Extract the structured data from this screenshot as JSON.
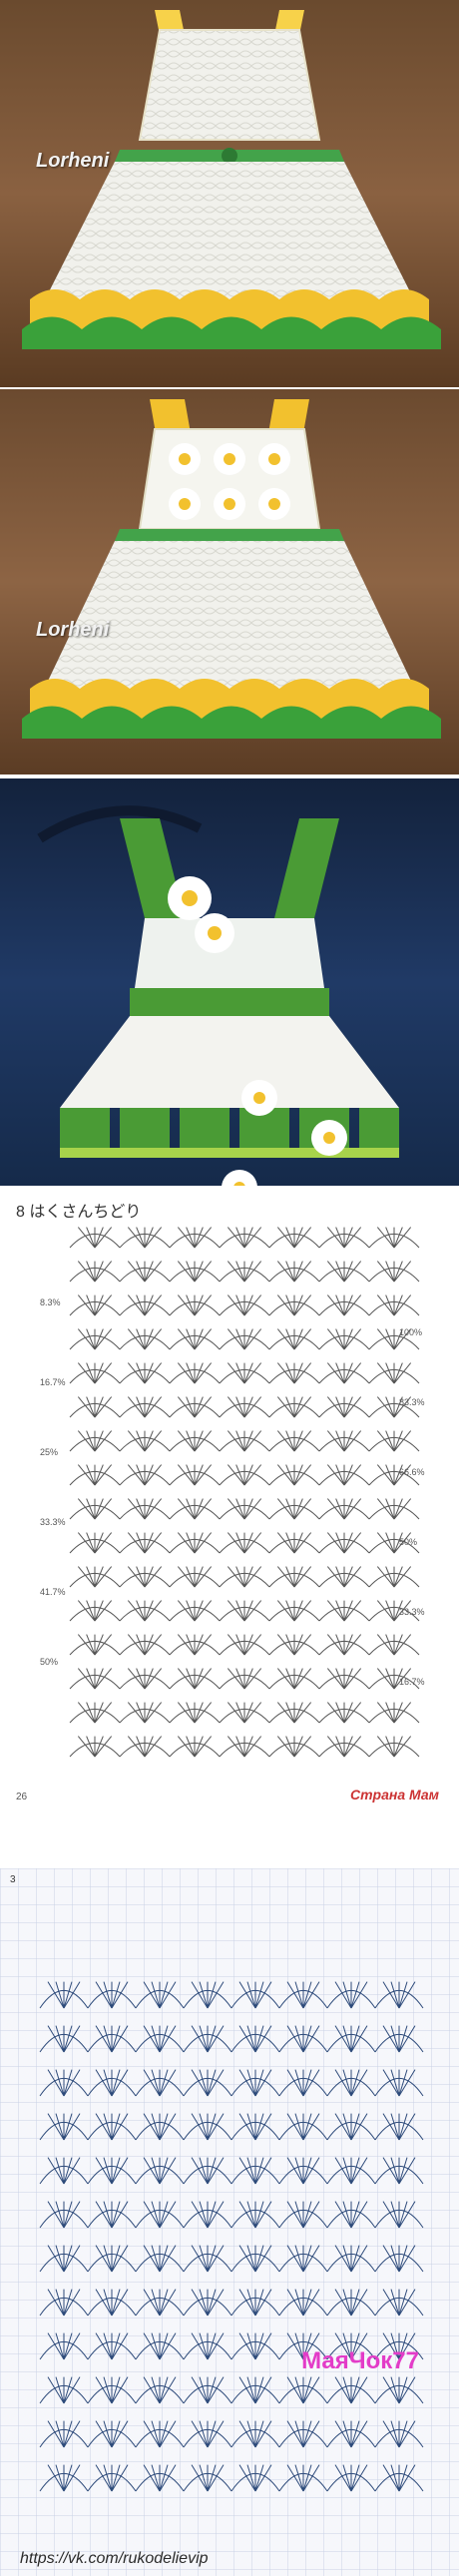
{
  "panels": {
    "p1": {
      "watermark": "Lorheni"
    },
    "p2": {
      "watermark": "Lorheni"
    },
    "p3": {
      "watermark": ""
    },
    "p4": {
      "title": "8 はくさんちどり",
      "stamp": "Страна Мам",
      "page_number": "26",
      "percent_labels": [
        "8.3%",
        "16.7%",
        "25%",
        "33.3%",
        "41.7%",
        "50%",
        "100%",
        "83.3%",
        "66.6%",
        "50%",
        "33.3%",
        "16.7%"
      ]
    },
    "p5": {
      "corner": "3",
      "author": "МаяЧок77",
      "url": "https://vk.com/rukodelievip"
    }
  },
  "colors": {
    "yellow": "#f2c12e",
    "green": "#2f8f2a",
    "lime": "#a7d34b",
    "white_yarn": "#f3f3ef",
    "stamp_red": "#cc3333",
    "author_pink": "#e33cc8"
  }
}
